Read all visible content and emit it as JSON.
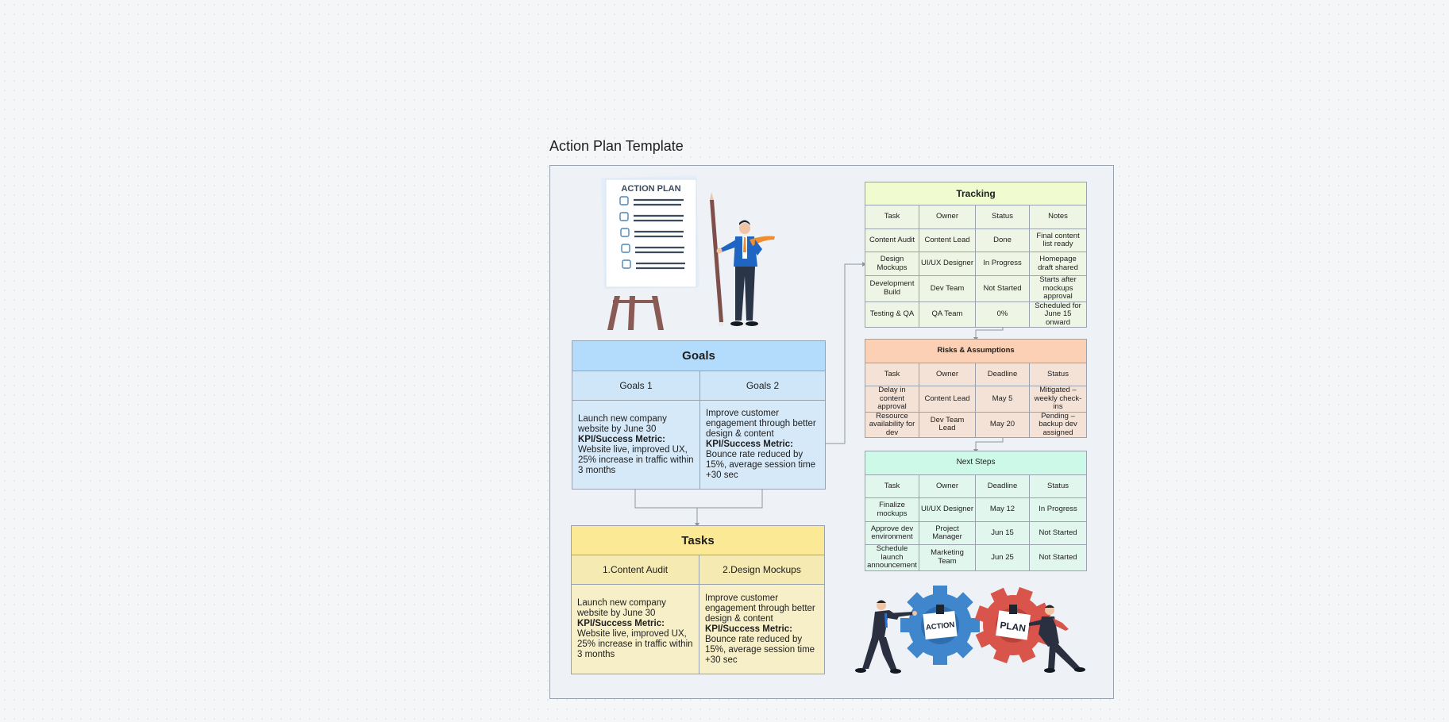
{
  "frame": {
    "title": "Action Plan Template"
  },
  "illustration": {
    "board_title": "ACTION PLAN",
    "gear_left": "ACTION",
    "gear_right": "PLAN"
  },
  "goals": {
    "title": "Goals",
    "col1": "Goals 1",
    "col2": "Goals 2",
    "c1_text": "Launch new company website by June 30",
    "c1_kpi_label": "KPI/Success Metric:",
    "c1_kpi": "Website live, improved UX, 25% increase in traffic within 3 months",
    "c2_text": "Improve customer engagement through better design & content",
    "c2_kpi_label": "KPI/Success Metric:",
    "c2_kpi": "Bounce rate reduced by 15%, average session time +30 sec"
  },
  "tasks": {
    "title": "Tasks",
    "col1": "1.Content Audit",
    "col2": "2.Design Mockups",
    "c1_text": "Launch new company website by June 30",
    "c1_kpi_label": "KPI/Success Metric:",
    "c1_kpi": "Website live, improved UX, 25% increase in traffic within 3 months",
    "c2_text": "Improve customer engagement through better design & content",
    "c2_kpi_label": "KPI/Success Metric:",
    "c2_kpi": "Bounce rate reduced by 15%, average session time +30 sec"
  },
  "tracking": {
    "title": "Tracking",
    "headers": [
      "Task",
      "Owner",
      "Status",
      "Notes"
    ],
    "rows": [
      [
        "Content Audit",
        "Content Lead",
        "Done",
        "Final content list ready"
      ],
      [
        "Design Mockups",
        "UI/UX Designer",
        "In Progress",
        "Homepage draft shared"
      ],
      [
        "Development Build",
        "Dev Team",
        "Not Started",
        "Starts after mockups approval"
      ],
      [
        "Testing & QA",
        "QA Team",
        "0%",
        "Scheduled for June 15 onward"
      ]
    ]
  },
  "risks": {
    "title": "Risks & Assumptions",
    "headers": [
      "Task",
      "Owner",
      "Deadline",
      "Status"
    ],
    "rows": [
      [
        "Delay in content approval",
        "Content Lead",
        "May 5",
        "Mitigated – weekly check-ins"
      ],
      [
        "Resource availability for dev",
        "Dev Team Lead",
        "May 20",
        "Pending – backup dev assigned"
      ]
    ]
  },
  "next_steps": {
    "title": "Next Steps",
    "headers": [
      "Task",
      "Owner",
      "Deadline",
      "Status"
    ],
    "rows": [
      [
        "Finalize mockups",
        "UI/UX Designer",
        "May 12",
        "In Progress"
      ],
      [
        "Approve dev environment",
        "Project Manager",
        "Jun 15",
        "Not Started"
      ],
      [
        "Schedule launch announcement",
        "Marketing Team",
        "Jun 25",
        "Not Started"
      ]
    ]
  }
}
